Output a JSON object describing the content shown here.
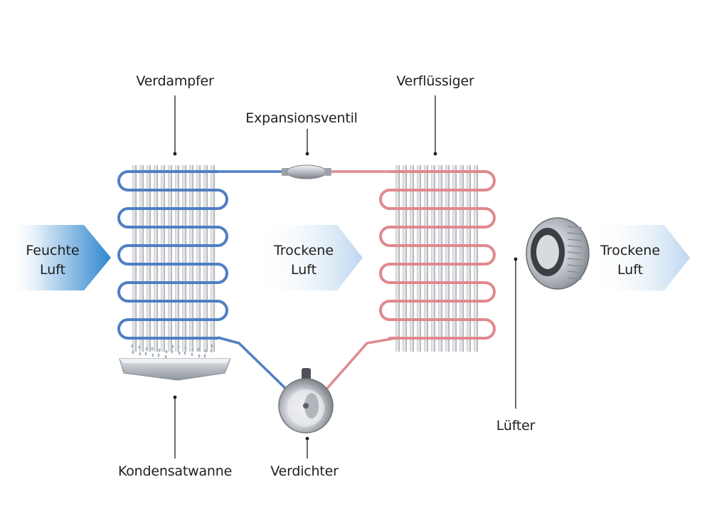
{
  "components": {
    "evaporator": "Verdampfer",
    "expansion_valve": "Expansionsventil",
    "condenser": "Verflüssiger",
    "condensate_tray": "Kondensatwanne",
    "compressor": "Verdichter",
    "fan": "Lüfter"
  },
  "airflow": {
    "humid_air": [
      "Feuchte",
      "Luft"
    ],
    "dry_air_middle": [
      "Trockene",
      "Luft"
    ],
    "dry_air_out": [
      "Trockene",
      "Luft"
    ]
  },
  "colors": {
    "cold_line": "#4f7fc4",
    "hot_line": "#e0898f",
    "humid_arrow": "#3f8fd0",
    "dry_arrow": "#c8dcf0",
    "fin": "#a9abb0"
  }
}
